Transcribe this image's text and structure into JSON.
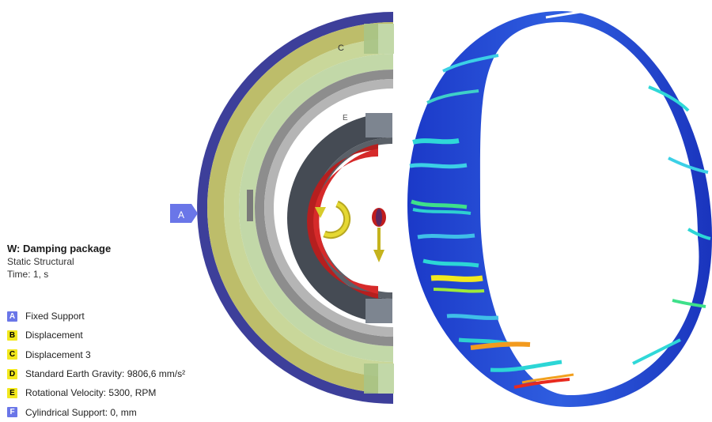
{
  "analysis": {
    "title": "W: Damping package",
    "type": "Static Structural",
    "time": "Time: 1, s"
  },
  "legend": [
    {
      "key": "A",
      "label": "Fixed Support",
      "color": "#6a76e8"
    },
    {
      "key": "B",
      "label": "Displacement",
      "color": "#f2e81e"
    },
    {
      "key": "C",
      "label": "Displacement 3",
      "color": "#f2e81e"
    },
    {
      "key": "D",
      "label": "Standard Earth Gravity: 9806,6 mm/s²",
      "color": "#f2e81e"
    },
    {
      "key": "E",
      "label": "Rotational Velocity: 5300, RPM",
      "color": "#f2e81e"
    },
    {
      "key": "F",
      "label": "Cylindrical Support: 0, mm",
      "color": "#6a76e8"
    }
  ],
  "markers": {
    "a": "A",
    "c": "C",
    "e": "E"
  },
  "colors": {
    "support_blue": "#6a76e8",
    "load_yellow": "#f2e81e",
    "rotor_red": "#d62a2a",
    "contour_blue": "#1f3fd0"
  }
}
